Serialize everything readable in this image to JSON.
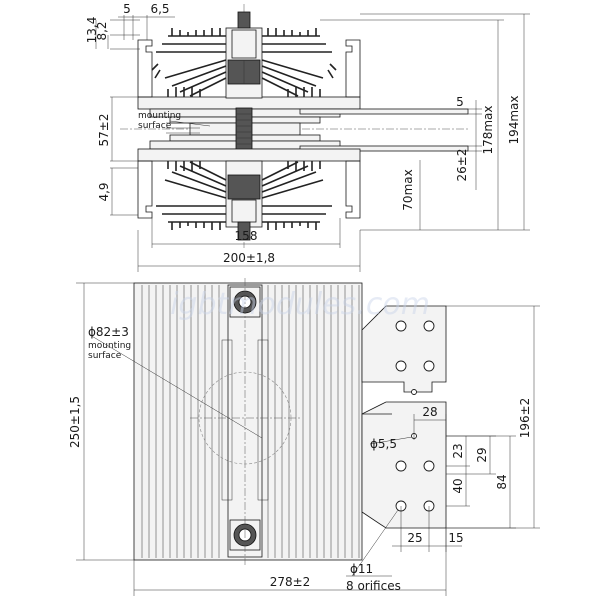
{
  "watermark": "igbtmodules.com",
  "top_view": {
    "dims": {
      "d_13_4": "13,4",
      "d_8_2": "8,2",
      "d_5_top": "5",
      "d_6_5": "6,5",
      "d_57": "57±2",
      "d_4_9": "4,9",
      "d_158": "158",
      "d_200": "200±1,8",
      "d_5_right": "5",
      "d_26": "26±2",
      "d_70": "70max",
      "d_178": "178max",
      "d_194": "194max"
    },
    "label_mount_1": "mounting",
    "label_mount_2": "surface"
  },
  "bottom_view": {
    "dims": {
      "d_phi82": "ϕ82±3",
      "d_250": "250±1,5",
      "d_278": "278±2",
      "d_196": "196±2",
      "d_28": "28",
      "d_phi5_5": "ϕ5,5",
      "d_23": "23",
      "d_29": "29",
      "d_40": "40",
      "d_84": "84",
      "d_25": "25",
      "d_15": "15",
      "d_phi11": "ϕ11",
      "orifices": "8 orifices"
    },
    "label_mount_1": "mounting",
    "label_mount_2": "surface"
  }
}
